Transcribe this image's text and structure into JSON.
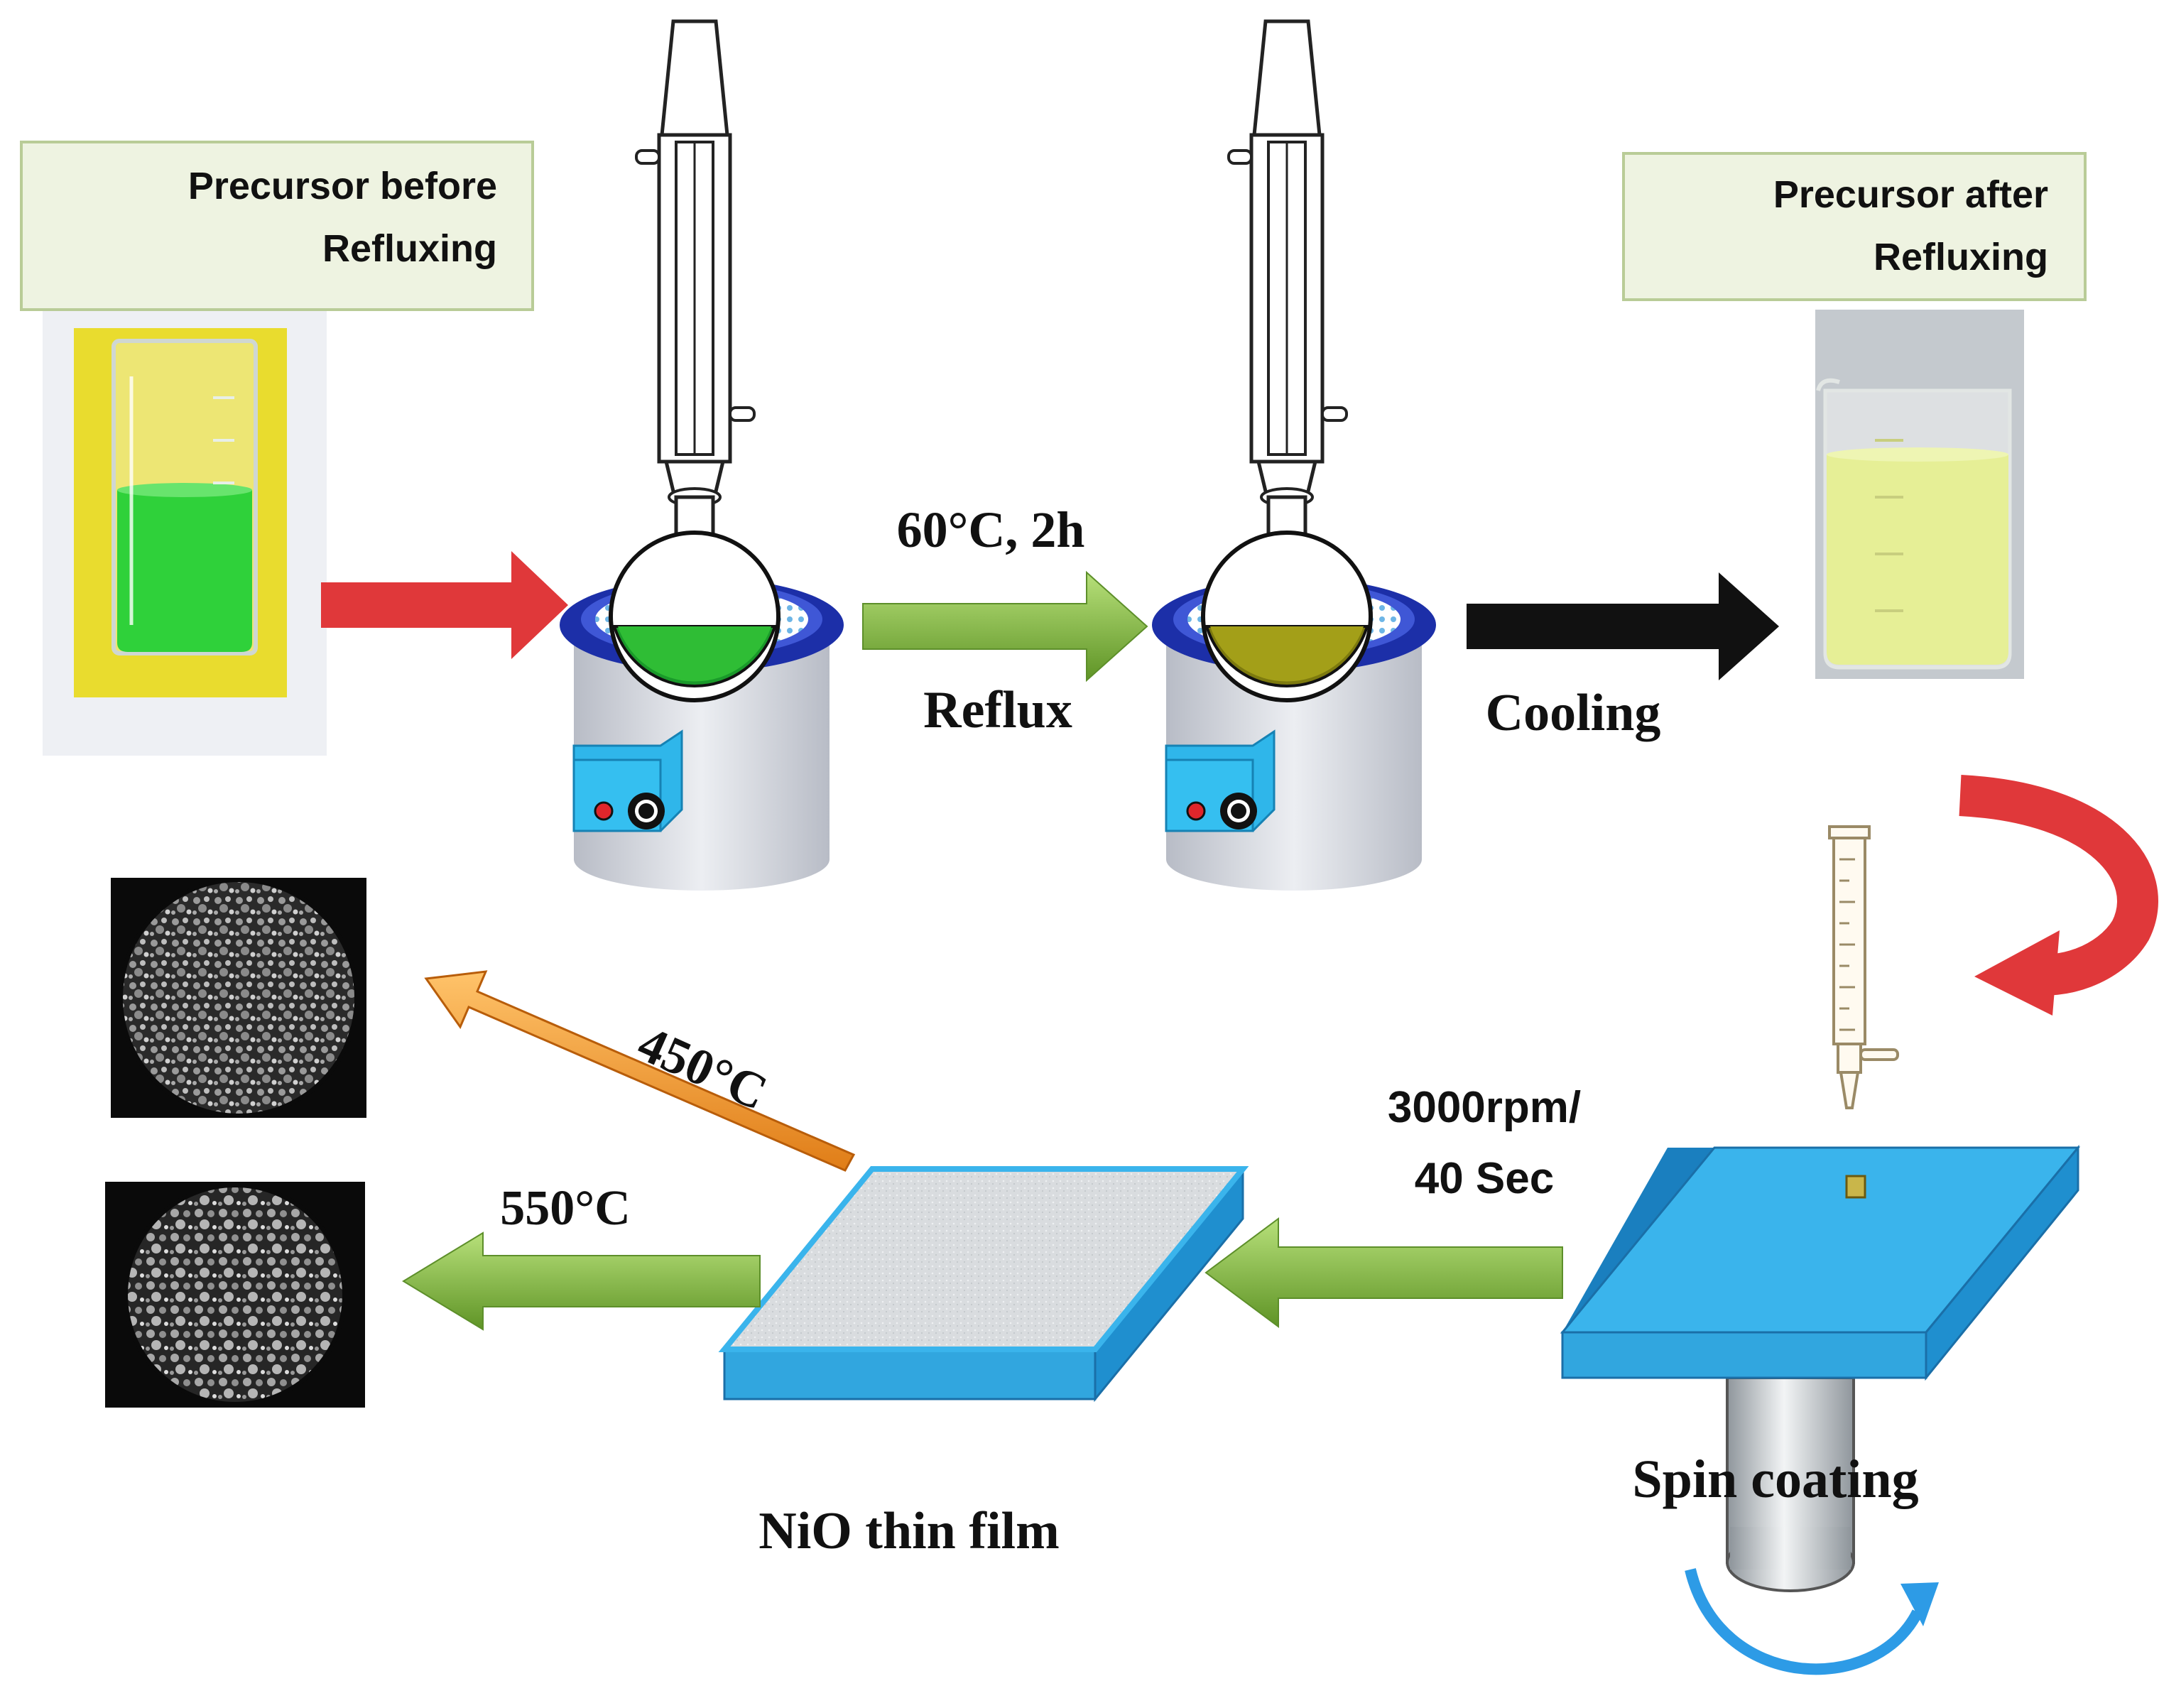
{
  "labels": {
    "precursor_before": [
      "Precursor before",
      "Refluxing"
    ],
    "precursor_after": [
      "Precursor after",
      "Refluxing"
    ],
    "reflux_conditions": "60°C, 2h",
    "reflux": "Reflux",
    "cooling": "Cooling",
    "spin_speed": [
      "3000rpm/",
      "40 Sec"
    ],
    "spin_coating": "Spin coating",
    "film": "NiO thin film",
    "anneal_450": "450°C",
    "anneal_550": "550°C"
  },
  "colors": {
    "label_box_fill": "#eef3e1",
    "label_box_border": "#b9cc97",
    "red_arrow": "#e0383a",
    "green_arrow": "#7fb33b",
    "black_arrow": "#111111",
    "orange_arrow": "#f59a2b",
    "substrate_blue": "#3ab4ec",
    "green_solution": "#2fd13a",
    "olive_solution": "#9e9a14",
    "yellow_solution": "#e6ef96"
  }
}
